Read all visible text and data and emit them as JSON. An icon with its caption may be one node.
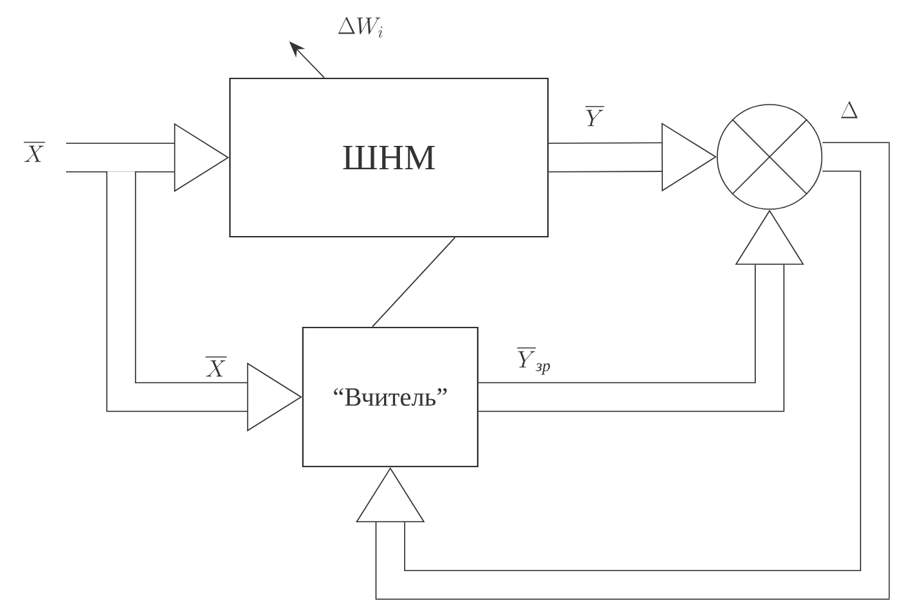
{
  "diagram": {
    "nodes": [
      {
        "text": [
          "ШНМ"
        ]
      },
      {
        "text": [
          "“Вчитель”"
        ]
      },
      {
        "text": [],
        "shape": "circle"
      }
    ],
    "edges": [
      {
        "from": null,
        "to": 0,
        "arrow": "to",
        "label": "\\overline{X}"
      },
      {
        "from": null,
        "to": 1,
        "arrow": "to",
        "label": "\\overline{X}"
      },
      {
        "from": 0,
        "to": 2,
        "arrow": "to",
        "label": "\\overline{Y}"
      },
      {
        "from": 1,
        "to": 2,
        "arrow": "to",
        "label": "\\overline{Y}_{\\text{\\itshape зр}}"
      },
      {
        "from": 2,
        "to": 1,
        "arrow": "to",
        "label": "\\Delta"
      },
      {
        "from": 1,
        "to": 0,
        "arrow": "none"
      },
      {
        "from": 0,
        "to": null,
        "arrow": "to",
        "label": "\\Delta W_i"
      }
    ]
  }
}
